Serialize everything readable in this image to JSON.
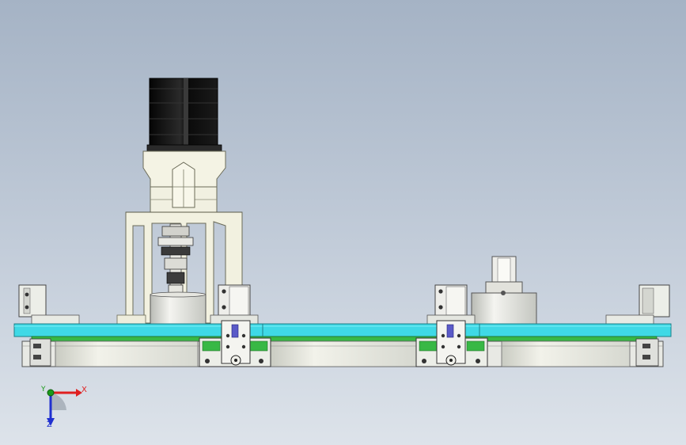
{
  "viewport": {
    "name": "cad-3d-viewport",
    "background_top": "#a5b3c5",
    "background_bottom": "#dde3ea"
  },
  "triad": {
    "x_label": "X",
    "y_label": "Y",
    "z_label": "Z",
    "x_color": "#e02020",
    "y_color": "#1a9a1a",
    "z_color": "#2030d0"
  },
  "model": {
    "motor_color": "#111111",
    "bracket_color": "#f2f1e0",
    "plate_color": "#3fd9e6",
    "green_color": "#38b845",
    "steel_color": "#d8dad6"
  }
}
